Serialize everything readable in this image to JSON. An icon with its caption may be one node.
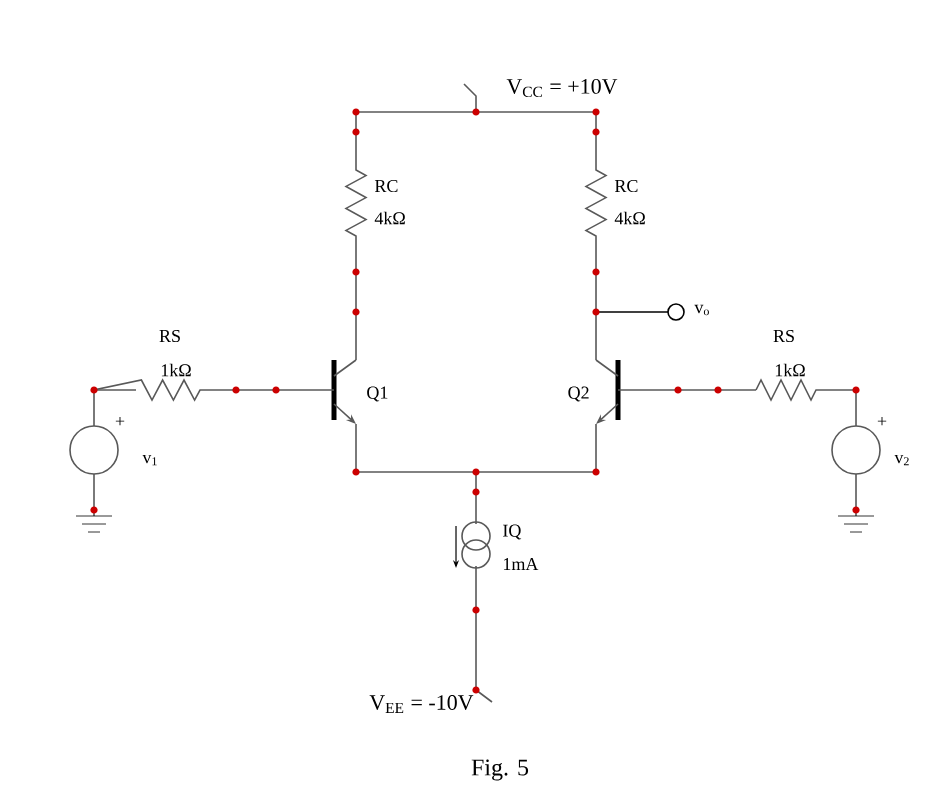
{
  "diagram": {
    "caption": "Fig. 5",
    "labels": [
      "V$_{CC}$ = +10V",
      "RC",
      "RC",
      "4kΩ",
      "4kΩ",
      "v$_{o}$",
      "RS",
      "RS",
      "1kΩ",
      "Q1",
      "Q2",
      "1kΩ",
      "+",
      "+",
      "v$_{1}$",
      "v$_{2}$",
      "IQ",
      "1mA",
      "V$_{EE}$ = -10V"
    ]
  }
}
